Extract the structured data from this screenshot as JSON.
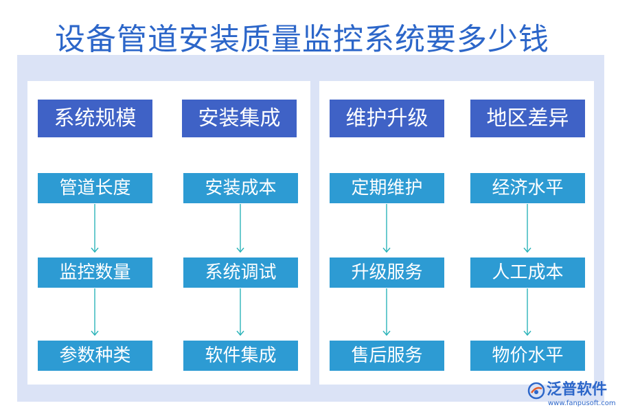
{
  "title": "设备管道安装质量监控系统要多少钱",
  "colors": {
    "title": "#2c66c9",
    "frame": "#dbe3f6",
    "header_box": "#3f62c6",
    "item_box": "#2d9bd3",
    "arrow": "#2ab3b8"
  },
  "columns": [
    {
      "header": "系统规模",
      "items": [
        "管道长度",
        "监控数量",
        "参数种类"
      ]
    },
    {
      "header": "安装集成",
      "items": [
        "安装成本",
        "系统调试",
        "软件集成"
      ]
    },
    {
      "header": "维护升级",
      "items": [
        "定期维护",
        "升级服务",
        "售后服务"
      ]
    },
    {
      "header": "地区差异",
      "items": [
        "经济水平",
        "人工成本",
        "物价水平"
      ]
    }
  ],
  "logo": {
    "name": "泛普软件",
    "url": "www.fanpusoft.com"
  }
}
